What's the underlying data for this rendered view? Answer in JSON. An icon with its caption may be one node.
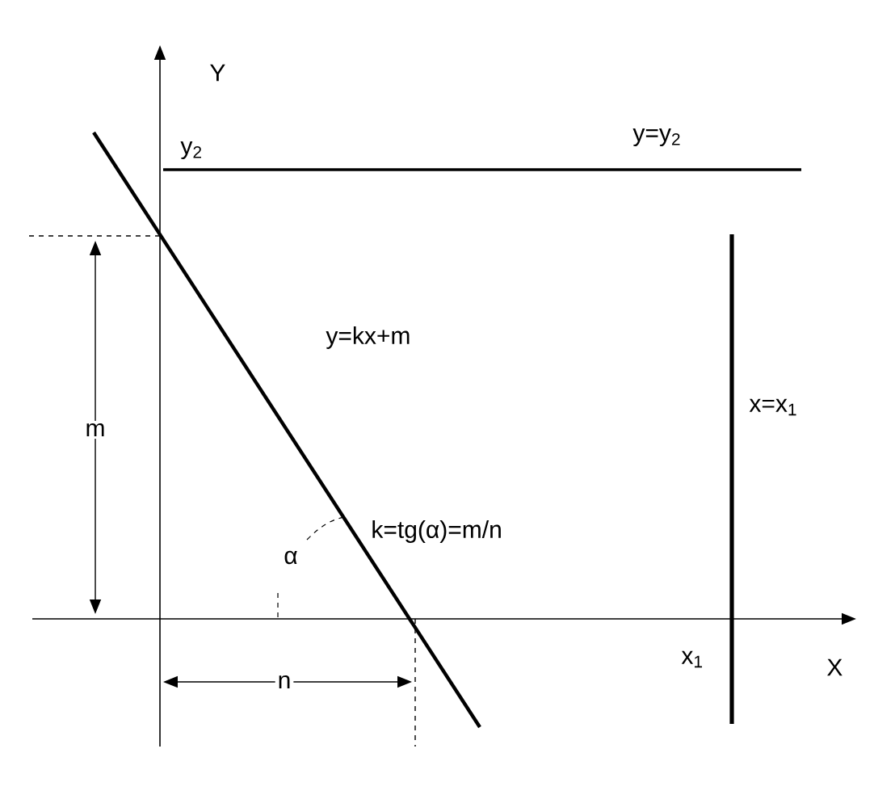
{
  "diagram": {
    "labels": [
      "Y",
      "y$_{2}$",
      "y=y$_{2}$",
      "y=kx+m",
      "x=x$_{1}$",
      "m",
      "k=tg(α)=m/n",
      "α",
      "x$_{1}$",
      "X",
      "n"
    ]
  }
}
